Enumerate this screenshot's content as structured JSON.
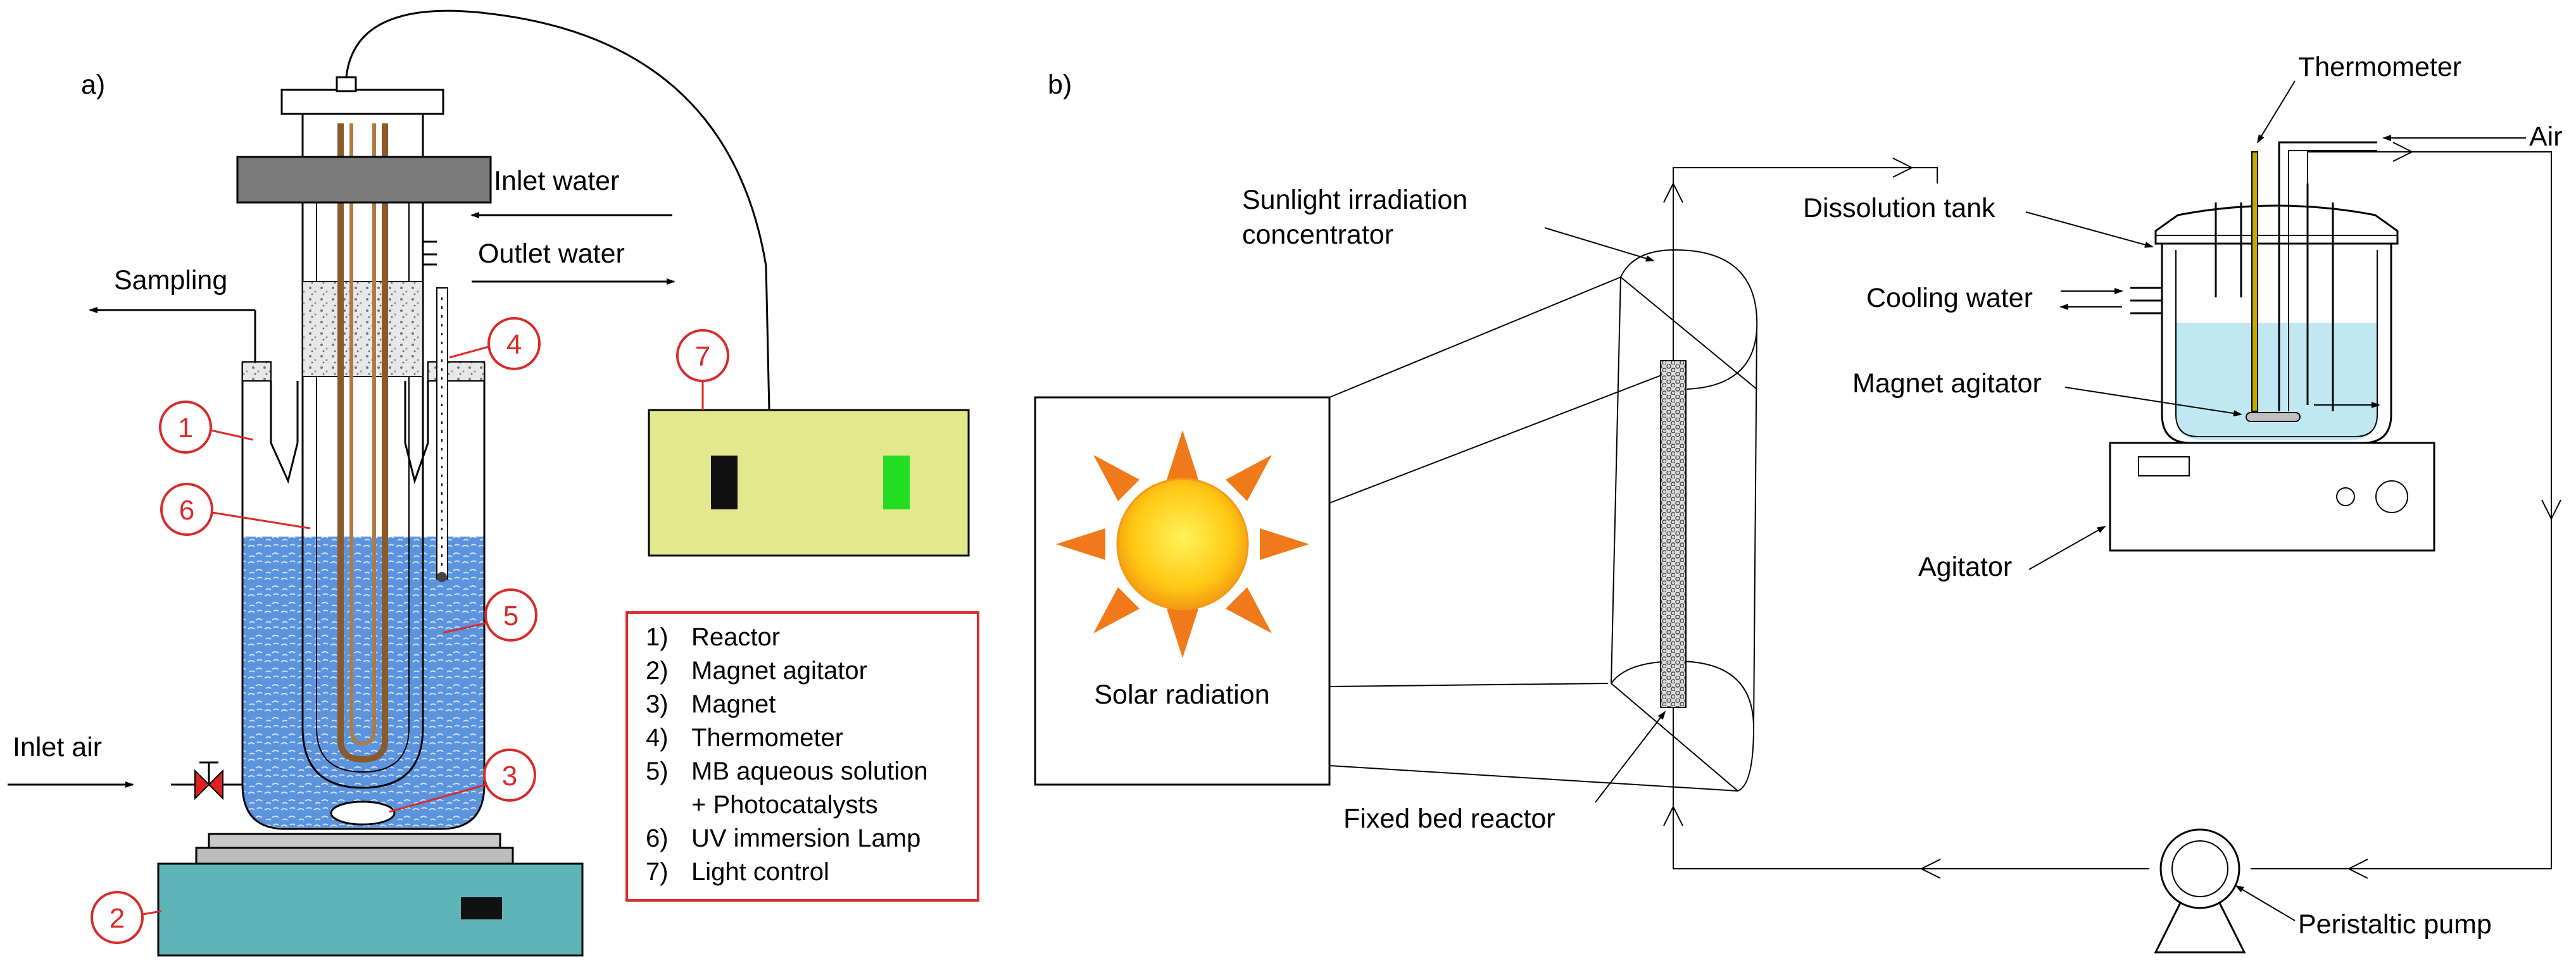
{
  "panel_a": {
    "label": "a)",
    "inlet_water": "Inlet water",
    "outlet_water": "Outlet water",
    "sampling": "Sampling",
    "inlet_air": "Inlet air",
    "callouts": [
      "1",
      "2",
      "3",
      "4",
      "5",
      "6",
      "7"
    ],
    "legend": [
      {
        "num": "1)",
        "text": "Reactor"
      },
      {
        "num": "2)",
        "text": "Magnet agitator"
      },
      {
        "num": "3)",
        "text": "Magnet"
      },
      {
        "num": "4)",
        "text": "Thermometer"
      },
      {
        "num": "5)",
        "text": "MB aqueous solution"
      },
      {
        "num": "",
        "text": "+ Photocatalysts"
      },
      {
        "num": "6)",
        "text": "UV immersion Lamp"
      },
      {
        "num": "7)",
        "text": "Light control"
      }
    ]
  },
  "panel_b": {
    "label": "b)",
    "concentrator": [
      "Sunlight irradiation",
      "concentrator"
    ],
    "solar_radiation": "Solar radiation",
    "fixed_bed_reactor": "Fixed bed reactor",
    "thermometer": "Thermometer",
    "air": "Air",
    "dissolution_tank": "Dissolution tank",
    "cooling_water": "Cooling water",
    "magnet_agitator": "Magnet agitator",
    "agitator": "Agitator",
    "peristaltic_pump": "Peristaltic pump"
  },
  "colors": {
    "water": "#4f8fdc",
    "water_light": "#bfe8f2",
    "base": "#5db5b8",
    "control_box": "#e4e88c",
    "indicator_green": "#22dd22",
    "callout_red": "#d92b2b",
    "sun_core": "#ffd21f",
    "sun_ray": "#f07a1a",
    "lamp": "#8b5a2b"
  }
}
